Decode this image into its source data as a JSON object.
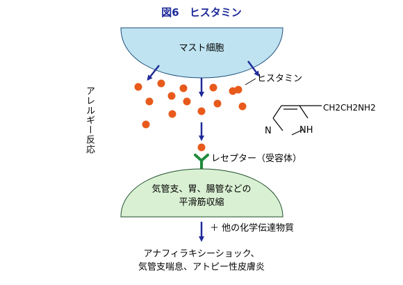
{
  "title": "図6　ヒスタミン",
  "mast_cell": {
    "label": "マスト細胞",
    "fill": "#bfe3f1",
    "stroke": "#1c4d7a"
  },
  "histamine": {
    "label": "ヒスタミン",
    "granule_color": "#e85a1c"
  },
  "reaction_label": "アレルギー反応",
  "formula": {
    "side_chain": "CH2CH2NH2",
    "n_label": "N",
    "nh_label": "NH"
  },
  "receptor": {
    "label": "レセプター（受容体）",
    "color": "#1f8a3b"
  },
  "target_cell": {
    "line1": "気管支、胃、腸管などの",
    "line2": "平滑筋収縮",
    "fill": "#d9f0d3",
    "stroke": "#1c4d2a"
  },
  "other_mediators": "＋ 他の化学伝達物質",
  "outcomes": {
    "line1": "アナフィラキシーショック、",
    "line2": "気管支喘息、アトピー性皮膚炎"
  },
  "arrow_color": "#1f2b9a"
}
